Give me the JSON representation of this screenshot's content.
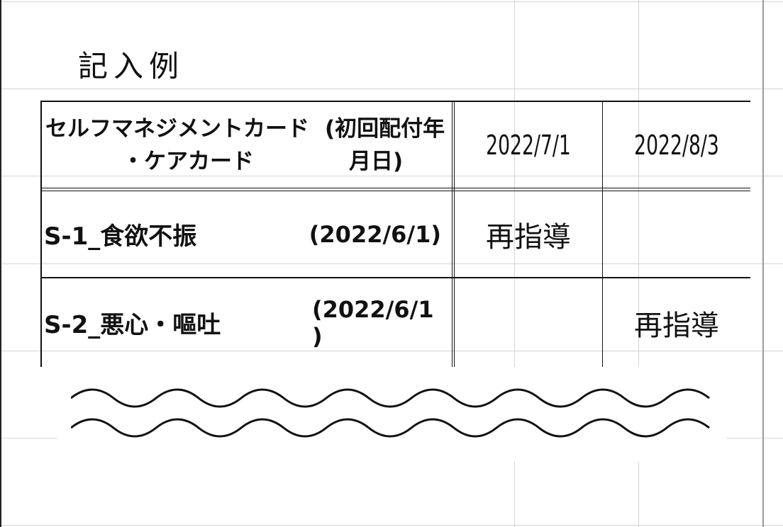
{
  "title": "記入例",
  "table": {
    "header": {
      "card_name_line1": "セルフマネジメントカード",
      "card_name_line2": "・ケアカード",
      "first_date_line1": "(初回配付年",
      "first_date_line2": "月日)",
      "dates": [
        "2022/7/1",
        "2022/8/3"
      ]
    },
    "rows": [
      {
        "label": "S-1_食欲不振",
        "first_date": "(2022/6/1)",
        "marks": [
          "再指導",
          ""
        ]
      },
      {
        "label": "S-2_悪心・嘔吐",
        "first_date": "(2022/6/1 )",
        "marks": [
          "",
          "再指導"
        ]
      }
    ]
  }
}
